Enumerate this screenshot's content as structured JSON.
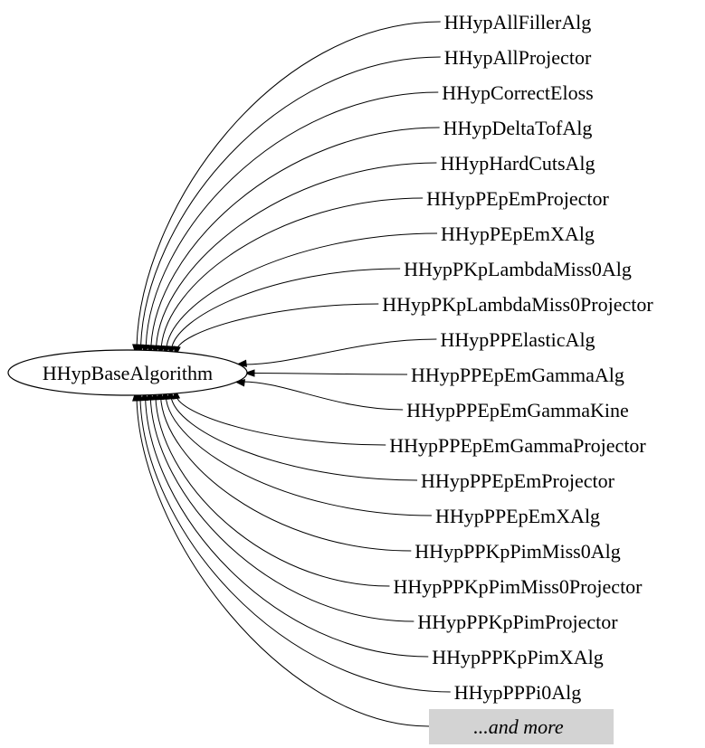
{
  "base_class": "HHypBaseAlgorithm",
  "derived_classes": [
    "HHypAllFillerAlg",
    "HHypAllProjector",
    "HHypCorrectEloss",
    "HHypDeltaTofAlg",
    "HHypHardCutsAlg",
    "HHypPEpEmProjector",
    "HHypPEpEmXAlg",
    "HHypPKpLambdaMiss0Alg",
    "HHypPKpLambdaMiss0Projector",
    "HHypPPElasticAlg",
    "HHypPPEpEmGammaAlg",
    "HHypPPEpEmGammaKine",
    "HHypPPEpEmGammaProjector",
    "HHypPPEpEmProjector",
    "HHypPPEpEmXAlg",
    "HHypPPKpPimMiss0Alg",
    "HHypPPKpPimMiss0Projector",
    "HHypPPKpPimProjector",
    "HHypPPKpPimXAlg",
    "HHypPPPi0Alg"
  ],
  "more_label": "...and more",
  "colors": {
    "line": "#000000",
    "more_box_fill": "#d3d3d3",
    "background": "#ffffff"
  }
}
